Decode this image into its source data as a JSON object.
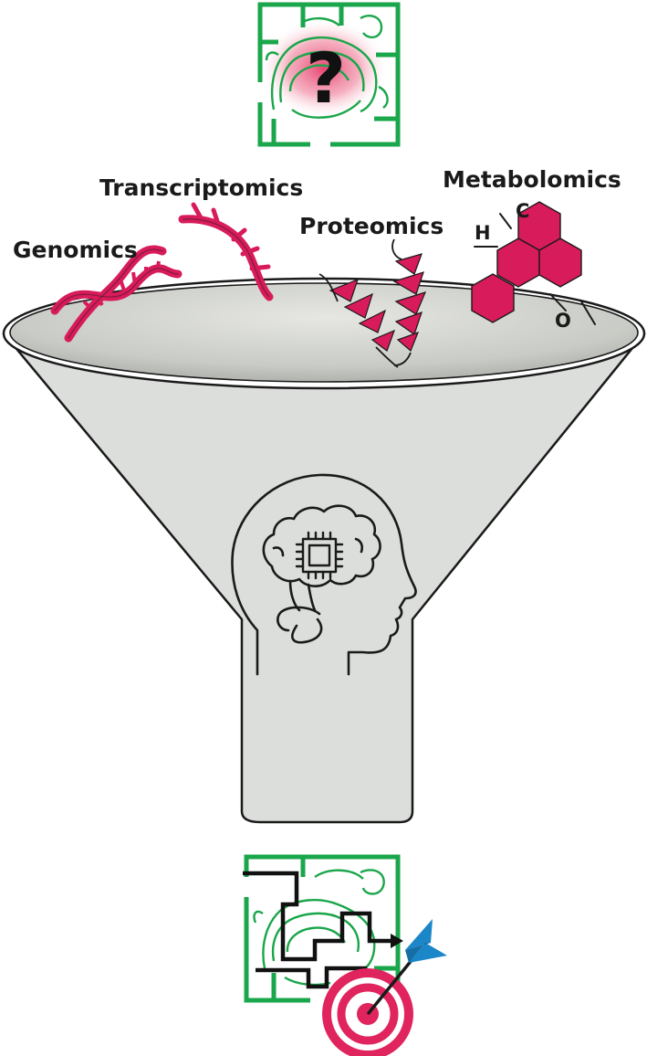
{
  "labels": {
    "genomics": "Genomics",
    "transcriptomics": "Transcriptomics",
    "proteomics": "Proteomics",
    "metabolomics": "Metabolomics",
    "atom_h": "H",
    "atom_c": "C",
    "atom_o": "O",
    "question_mark": "?"
  },
  "icons": {
    "top": "intestine-maze-question-icon",
    "funnel": "funnel-icon",
    "ai": "head-brain-chip-icon",
    "bottom": "intestine-maze-path-icon",
    "target": "dart-target-icon"
  },
  "colors": {
    "accent": "#d81b5a",
    "maze_green": "#1aa64a",
    "funnel_fill": "#dcdedb",
    "outline": "#1a1a1a",
    "dart_blue": "#1b86c8"
  }
}
